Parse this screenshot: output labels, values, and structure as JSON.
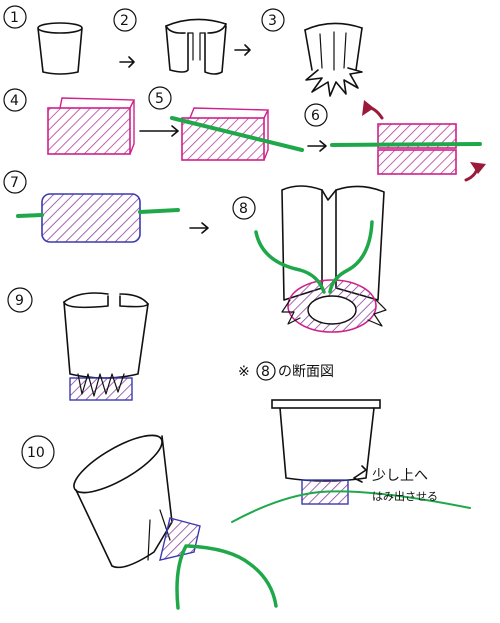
{
  "steps": [
    {
      "number": "1"
    },
    {
      "number": "2"
    },
    {
      "number": "3"
    },
    {
      "number": "4"
    },
    {
      "number": "5"
    },
    {
      "number": "6"
    },
    {
      "number": "7"
    },
    {
      "number": "8"
    },
    {
      "number": "9"
    },
    {
      "number": "10"
    }
  ],
  "annotations": {
    "cross_section_prefix": "※",
    "cross_section_number": "8",
    "cross_section_text": "の断面図",
    "lift_line1": "少し上へ",
    "lift_line2": "はみ出させる"
  },
  "colors": {
    "ink": "#111111",
    "magenta": "#d0208a",
    "hatch_purple": "#8b3fa0",
    "blue_outline": "#3a3ab0",
    "green": "#1fa84a",
    "arrow_dark_red": "#9b1a3a"
  }
}
